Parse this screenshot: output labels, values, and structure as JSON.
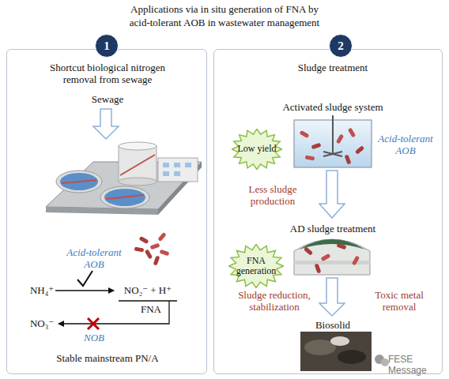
{
  "diagram": {
    "title": "Applications via in situ generation of FNA by acid-tolerant AOB in wastewater management",
    "nodes": [
      {
        "text": [
          "Shortcut biological nitrogen removal from sewage",
          "Sewage",
          "Acid-tolerant AOB",
          "NH₄⁺",
          "NO₂⁻ + H⁺",
          "FNA",
          "NO₃⁻",
          "NOB",
          "Stable mainstream PN/A"
        ]
      },
      {
        "text": [
          "1"
        ],
        "in": 0
      },
      {
        "text": [
          "Sludge treatment",
          "Activated sludge system",
          "Acid-tolerant AOB",
          "Less sludge production",
          "AD sludge treatment",
          "Sludge reduction, stabilization",
          "Toxic metal removal",
          "Biosolid"
        ]
      },
      {
        "text": [
          "2"
        ],
        "in": 2
      },
      {
        "text": [
          "Low yield"
        ],
        "in": 2
      },
      {
        "text": [
          "FNA generation"
        ],
        "in": 2
      }
    ],
    "labels": [
      "FESE Message"
    ]
  }
}
